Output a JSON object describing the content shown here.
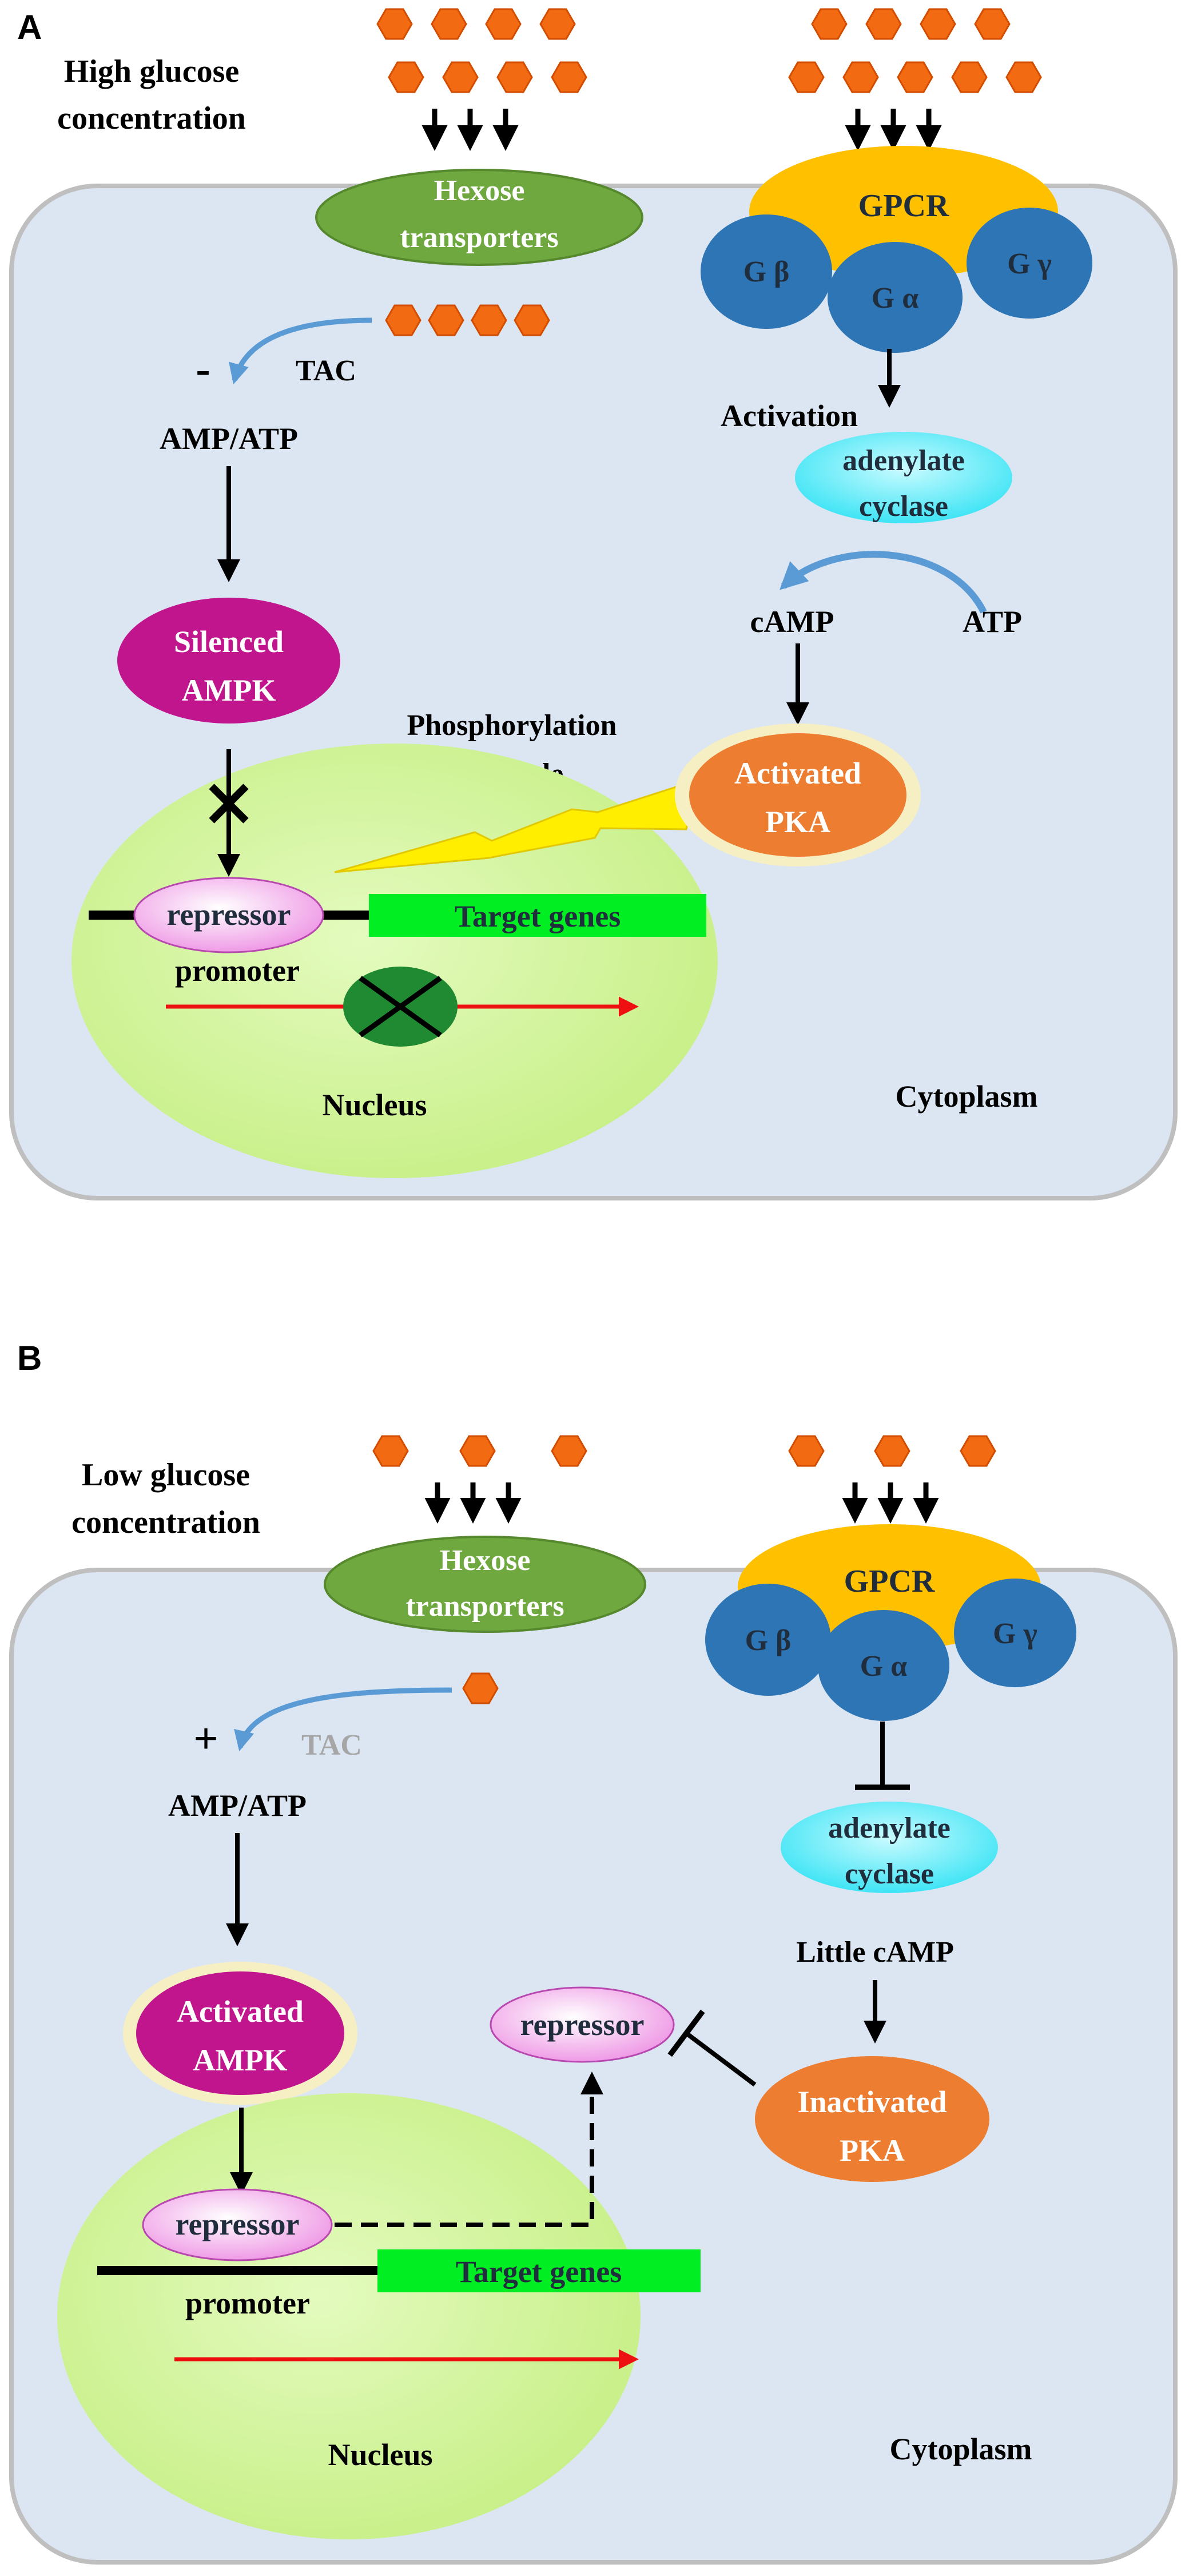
{
  "panel_a": {
    "letter": "A",
    "condition_line1": "High glucose",
    "condition_line2": "concentration",
    "hexose_line1": "Hexose",
    "hexose_line2": "transporters",
    "gpcr": "GPCR",
    "g_beta": "G β",
    "g_alpha": "G α",
    "g_gamma": "G γ",
    "minus_sign": "-",
    "tac": "TAC",
    "amp_atp": "AMP/ATP",
    "activation": "Activation",
    "adenylate_line1": "adenylate",
    "adenylate_line2": "cyclase",
    "camp": "cAMP",
    "atp": "ATP",
    "ampk_line1": "Silenced",
    "ampk_line2": "AMPK",
    "phospho_line1": "Phosphorylation",
    "phospho_line2": "cascade",
    "pka_line1": "Activated",
    "pka_line2": "PKA",
    "repressor": "repressor",
    "target_genes": "Target genes",
    "promoter": "promoter",
    "nucleus": "Nucleus",
    "cytoplasm": "Cytoplasm"
  },
  "panel_b": {
    "letter": "B",
    "condition_line1": "Low glucose",
    "condition_line2": "concentration",
    "hexose_line1": "Hexose",
    "hexose_line2": "transporters",
    "gpcr": "GPCR",
    "g_beta": "G β",
    "g_alpha": "G α",
    "g_gamma": "G γ",
    "plus_sign": "+",
    "tac": "TAC",
    "amp_atp": "AMP/ATP",
    "adenylate_line1": "adenylate",
    "adenylate_line2": "cyclase",
    "little_camp": "Little cAMP",
    "ampk_line1": "Activated",
    "ampk_line2": "AMPK",
    "repressor_cyto": "repressor",
    "pka_line1": "Inactivated",
    "pka_line2": "PKA",
    "repressor_nuc": "repressor",
    "target_genes": "Target genes",
    "promoter": "promoter",
    "nucleus": "Nucleus",
    "cytoplasm": "Cytoplasm"
  },
  "colors": {
    "cell": "#dbe6f2",
    "nucleus": "#d7f5a6",
    "glucose": "#f26b12",
    "hexose": "#6fa83f",
    "gpcr": "#ffc000",
    "g_protein": "#2e75b6",
    "adenylate": "#5ff0ff",
    "ampk": "#c0158c",
    "pka": "#ed7d31",
    "repressor": "#f8b8f0",
    "target": "#00ee22",
    "transcription": "#ee1111",
    "cascade": "#ffee00",
    "tac_arrow": "#5b9bd5"
  }
}
